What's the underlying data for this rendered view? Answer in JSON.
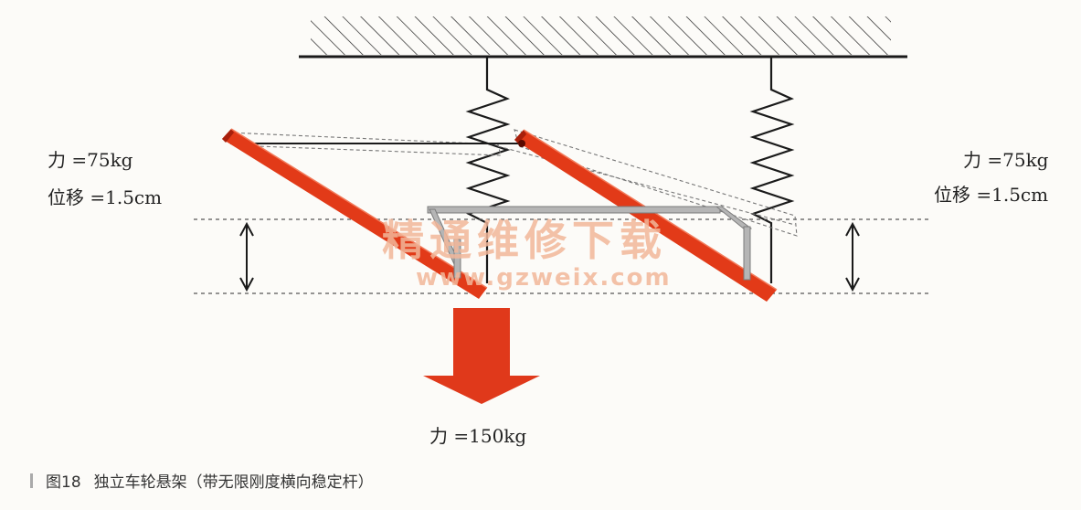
{
  "labels": {
    "left_force": "力 =75kg",
    "left_disp": "位移 =1.5cm",
    "right_force": "力 =75kg",
    "right_disp": "位移 =1.5cm",
    "bottom_force": "力 =150kg"
  },
  "watermark": {
    "text_cn": "精通维修下载",
    "text_url": "www.gzweix.com"
  },
  "caption": {
    "figure": "图18",
    "title": "独立车轮悬架（带无限刚度横向稳定杆）"
  },
  "colors": {
    "arm": "#e23a18",
    "arm_shadow": "#a81f0b",
    "arrow": "#e0391b",
    "stabilizer": "#b5b5b5",
    "line": "#1a1a1a"
  }
}
